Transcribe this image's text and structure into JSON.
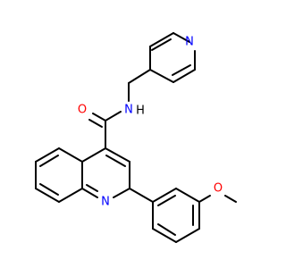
{
  "molecule": {
    "colors": {
      "bond": "#000000",
      "nitrogen": "#0000ff",
      "oxygen": "#ff0000",
      "background": "#ffffff"
    },
    "atoms": {
      "O_carbonyl": "O",
      "N_amide": "N",
      "H_amide": "H",
      "N_pyridine": "N",
      "N_quinoline": "N",
      "O_methoxy": "O"
    }
  }
}
